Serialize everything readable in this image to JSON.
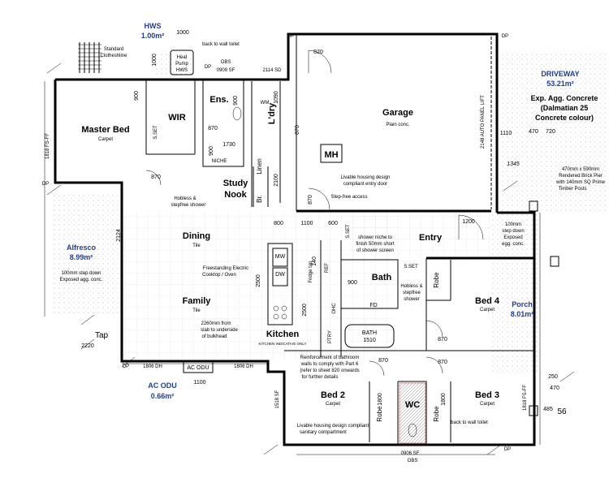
{
  "rooms": {
    "master_bed": "Master Bed",
    "master_bed_sub": "Carpet",
    "wir": "WIR",
    "ens": "Ens.",
    "ldry": "L'dry",
    "garage": "Garage",
    "garage_sub": "Plain conc.",
    "mh": "MH",
    "study": "Study",
    "nook": "Nook",
    "linen": "Linen",
    "br": "Br.",
    "dining": "Dining",
    "dining_sub": "Tile",
    "family": "Family",
    "family_sub": "Tile",
    "kitchen": "Kitchen",
    "kitchen_sub": "KITCHEN INDICATIVE ONLY",
    "entry": "Entry",
    "bath": "Bath",
    "bed4": "Bed 4",
    "bed4_sub": "Carpet",
    "bed2": "Bed 2",
    "bed2_sub": "Carpet",
    "bed3": "Bed 3",
    "bed3_sub": "Carpet",
    "wc": "WC",
    "robe": "Robe",
    "alfresco": "Alfresco",
    "alfresco_area": "8.99m²",
    "alfresco_note_1": "100mm step down",
    "alfresco_note_2": "Exposed agg. conc.",
    "porch": "Porch",
    "porch_area": "8.01m²",
    "hws": "HWS",
    "hws_area": "1.00m²",
    "ac_odu": "AC ODU",
    "ac_odu_area": "0.66m²",
    "ac_odu_box": "AC ODU",
    "driveway": "DRIVEWAY",
    "driveway_area": "53.21m²",
    "driveway_sub_1": "Exp. Agg. Concrete",
    "driveway_sub_2": "(Dalmatian 25",
    "driveway_sub_3": "Concrete colour)",
    "clothesline_1": "Standard",
    "clothesline_2": "Clotheshline",
    "heat_pump_1": "Heat",
    "heat_pump_2": "Pump",
    "heat_pump_3": "HWS",
    "wm": "WM",
    "dw": "DW",
    "mw": "MW",
    "ref": "REF",
    "ptry": "PTRY",
    "bath_tub": "BATH",
    "bath_tub_size": "1510",
    "s_set": "S.SET",
    "niche": "NICHE",
    "fridge_tap": "Fridge tap",
    "fd": "FD",
    "ohc": "OHC",
    "tap": "Tap",
    "dp": "DP"
  },
  "notes": {
    "back_to_wall_toilet": "back to wall toilet",
    "obs": "OBS",
    "sf_0909": "0909 SF",
    "sd_2114": "2114 SD",
    "hobless_1": "Hobless &",
    "hobless_2": "stepfree shower",
    "livable_1": "Livable housing design",
    "livable_2": "compliant entry door",
    "step_free": "Step-free access",
    "shower_1": "shower niche to",
    "shower_2": "finish 50mm short",
    "shower_3": "of shower screen",
    "hobless_b1": "Hobless &",
    "hobless_b2": "stepfree",
    "hobless_b3": "shower",
    "cooktop_1": "Freestanding Electric",
    "cooktop_2": "Cooktop / Oven",
    "bulkhead_1": "2260mm from",
    "bulkhead_2": "slab to underside",
    "bulkhead_3": "of bulkhead",
    "reinf_1": "Reinforcement of bathroom",
    "reinf_2": "walls to comply with Part 6",
    "reinf_3": "(refer to sheet 820 onwards",
    "reinf_4": "for further details",
    "sanitary_1": "Livable housing design compliant",
    "sanitary_2": "sanitary compartment",
    "pier_1": "470mm x 590mm",
    "pier_2": "Rendered Brick Pier",
    "pier_3": "with 140mm SQ Prime",
    "pier_4": "Timber Posts",
    "porch_step_1": "100mm",
    "porch_step_2": "step down",
    "porch_step_3": "Exposed",
    "porch_step_4": "egg. conc.",
    "auto_lift": "2148 AUTO PANEL LIFT",
    "fs_ff": "1818 FS-FF",
    "sf_1518": "1518 SF",
    "dh_1806": "1806 DH",
    "sf_0906": "0906 SF"
  },
  "dims": {
    "d1000": "1000",
    "d900": "900",
    "d870": "870",
    "d820": "820",
    "d1090": "1090",
    "d1730": "1730",
    "d2100": "2100",
    "d800": "800",
    "d1100": "1100",
    "d600": "600",
    "d1200": "1200",
    "d1110": "1110",
    "d470": "470",
    "d720": "720",
    "d1345": "1345",
    "d2124": "2124",
    "d2500": "2500",
    "d2220": "2220",
    "d250": "250",
    "d485": "485",
    "d56": "56",
    "d140": "140",
    "d1800": "1800"
  }
}
